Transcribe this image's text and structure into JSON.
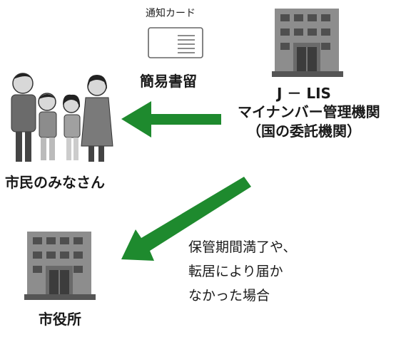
{
  "notice_card": {
    "label": "通知カード",
    "delivery_method": "簡易書留"
  },
  "agency": {
    "name_line1": "J － LIS",
    "name_line2": "マイナンバー管理機関",
    "name_line3": "（国の委託機関）",
    "icon": "office-building-icon"
  },
  "citizens": {
    "label": "市民のみなさん",
    "icon": "family-icon"
  },
  "city_hall": {
    "label": "市役所",
    "icon": "city-hall-building-icon"
  },
  "condition_note": {
    "line1": "保管期間満了や、",
    "line2": "転居により届か",
    "line3": "なかった場合"
  },
  "colors": {
    "arrow": "#1e8a2e",
    "building_dark": "#555555",
    "building_light": "#9a9a9a"
  }
}
